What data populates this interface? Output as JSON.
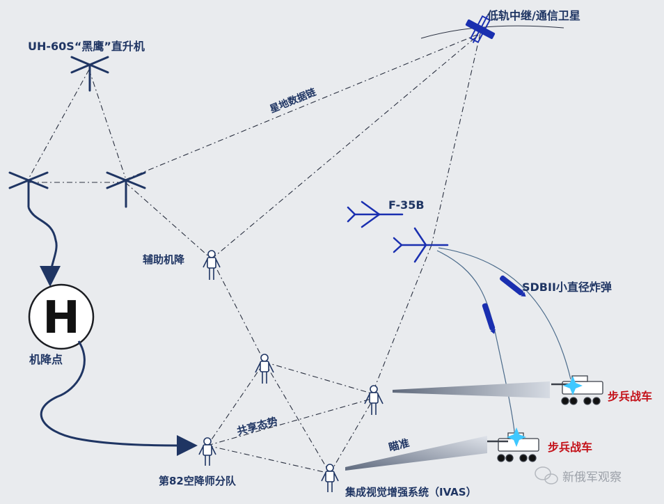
{
  "labels": {
    "helicopter": "UH-60S“黑鹰”直升机",
    "satellite": "低轨中继/通信卫星",
    "datalink": "星地数据链",
    "f35": "F-35B",
    "aux_landing": "辅助机降",
    "sdb": "SDBII小直径炸弹",
    "landing_zone": "机降点",
    "landing_zone_letter": "H",
    "shared_awareness": "共享态势",
    "ifv_top": "步兵战车",
    "ifv_bottom": "步兵战车",
    "aiming": "瞄准",
    "unit_82": "第82空降师分队",
    "ivas": "集成视觉增强系统（IVAS）",
    "watermark": "新俄军观察"
  },
  "colors": {
    "navy": "#1f3563",
    "blue": "#1a2fb0",
    "red": "#c4121a",
    "line": "#2a3040",
    "spark": "#3fc8ff"
  }
}
